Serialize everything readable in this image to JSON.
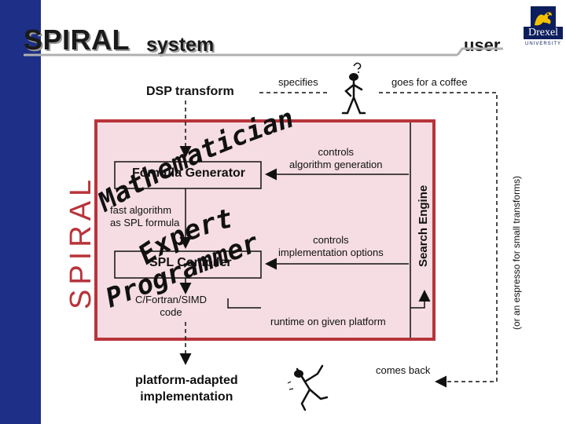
{
  "header": {
    "title": "SPIRAL",
    "subtitle": "system",
    "user_label": "user",
    "logo_text": "Drexel",
    "logo_subtext": "UNIVERSITY"
  },
  "side_label": "SPIRAL",
  "labels": {
    "dsp_transform": "DSP transform",
    "specifies": "specifies",
    "goes_for_coffee": "goes for a coffee",
    "espresso_note": "(or an espresso for small transforms)",
    "formula_generator": "Formula Generator",
    "fast_algorithm": "fast algorithm\nas SPL formula",
    "spl_compiler": "SPL Compiler",
    "c_code": "C/Fortran/SIMD\ncode",
    "controls_algorithm": "controls\nalgorithm generation",
    "controls_implementation": "controls\nimplementation options",
    "search_engine": "Search Engine",
    "runtime": "runtime on given platform",
    "comes_back": "comes back",
    "platform_adapted": "platform-adapted\nimplementation"
  },
  "overlay_words": {
    "mathematician": "Mathematician",
    "expert": "Expert",
    "programmer": "Programmer"
  },
  "colors": {
    "sidebar": "#1d2f86",
    "system_box_fill": "#f5dde3",
    "system_box_border": "#b8343b",
    "logo": "#0d1e5c"
  },
  "icons": [
    "stick-figure-thinking-icon",
    "stick-figure-celebrating-icon",
    "drexel-dragon-logo-icon"
  ]
}
